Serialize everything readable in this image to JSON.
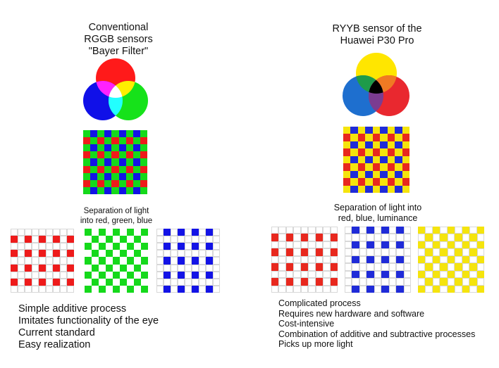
{
  "colors": {
    "red": "#ff1a1a",
    "green": "#16e21a",
    "blue": "#1010e8",
    "yellow": "#ffee00",
    "magenta": "#ff22ff",
    "cyan": "#22ffff",
    "white": "#ffffff",
    "bayer_red": "#ee1b1b",
    "bayer_green": "#15d91b",
    "bayer_blue": "#1313e6",
    "ryyb_red": "#e8281e",
    "ryyb_yellow": "#f5e40d",
    "ryyb_blue": "#1f2bd8",
    "ryyb_venn_yellow": "#ffe600",
    "ryyb_venn_red": "#e9282f",
    "ryyb_venn_blue": "#1e6fcf",
    "ryyb_orange": "#f07a23",
    "ryyb_green": "#1e9b4a",
    "ryyb_purple": "#7b3c91",
    "ryyb_black": "#000000"
  },
  "left": {
    "title_line1": "Conventional",
    "title_line2": "RGGB sensors",
    "title_line3": "\"Bayer Filter\"",
    "caption_line1": "Separation of light",
    "caption_line2": "into red, green, blue",
    "points": [
      "Simple additive process",
      "Imitates functionality of the eye",
      "Current standard",
      "Easy realization"
    ]
  },
  "right": {
    "title_line1": "RYYB sensor of the",
    "title_line2": "Huawei P30 Pro",
    "caption_line1": "Separation of light into",
    "caption_line2": "red, blue, luminance",
    "points": [
      "Complicated process",
      "Requires new hardware and software",
      "Cost-intensive",
      "Combination of additive and subtractive processes",
      "Picks up more light"
    ]
  }
}
